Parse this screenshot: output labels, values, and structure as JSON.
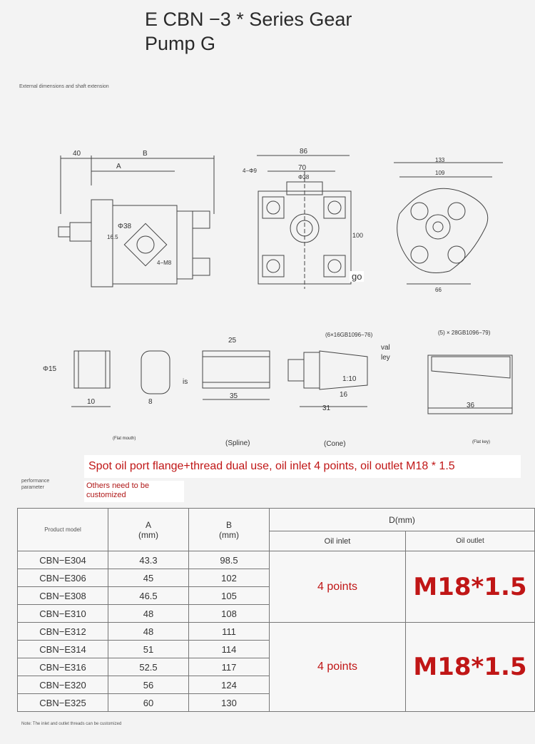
{
  "title": "E CBN −3 * Series Gear Pump G",
  "section_label": "External dimensions and shaft extension",
  "drawing": {
    "side_dims": [
      "40",
      "B",
      "A",
      "Φ38",
      "16.5",
      "4−M8"
    ],
    "front_dims": [
      "86",
      "70",
      "Φ38",
      "4−Φ9",
      "100",
      "go"
    ],
    "right_dims": [
      "133",
      "109",
      "66"
    ],
    "shafts": [
      "Φ15",
      "10",
      "8",
      "25",
      "35",
      "is",
      "16",
      "31",
      "1:10",
      "val",
      "ley",
      "36"
    ],
    "key_label_1": "(6×16GB1096−76)",
    "key_label_2": "(5) × 28GB1096−79)",
    "captions": [
      "(Flat mouth)",
      "(Spline)",
      "(Cone)",
      "(Flat key)"
    ]
  },
  "banner": "Spot oil port flange+thread dual use, oil inlet 4 points, oil outlet M18 * 1.5",
  "performance_label": "performance parameter",
  "custom_note": "Others need to be customized",
  "table": {
    "headers": {
      "model": "Product model",
      "a": "A\n(mm)",
      "b": "B\n(mm)",
      "d": "D(mm)",
      "inlet": "Oil inlet",
      "outlet": "Oil outlet"
    },
    "rows": [
      {
        "model": "CBN−E304",
        "a": "43.3",
        "b": "98.5"
      },
      {
        "model": "CBN−E306",
        "a": "45",
        "b": "102"
      },
      {
        "model": "CBN−E308",
        "a": "46.5",
        "b": "105"
      },
      {
        "model": "CBN−E310",
        "a": "48",
        "b": "108"
      },
      {
        "model": "CBN−E312",
        "a": "48",
        "b": "111"
      },
      {
        "model": "CBN−E314",
        "a": "51",
        "b": "114"
      },
      {
        "model": "CBN−E316",
        "a": "52.5",
        "b": "117"
      },
      {
        "model": "CBN−E320",
        "a": "56",
        "b": "124"
      },
      {
        "model": "CBN−E325",
        "a": "60",
        "b": "130"
      }
    ],
    "group1": {
      "inlet": "4 points",
      "outlet": "M18*1.5"
    },
    "group2": {
      "inlet": "4 points",
      "outlet": "M18*1.5"
    }
  },
  "footnote": "Note: The inlet and outlet threads can be customized"
}
